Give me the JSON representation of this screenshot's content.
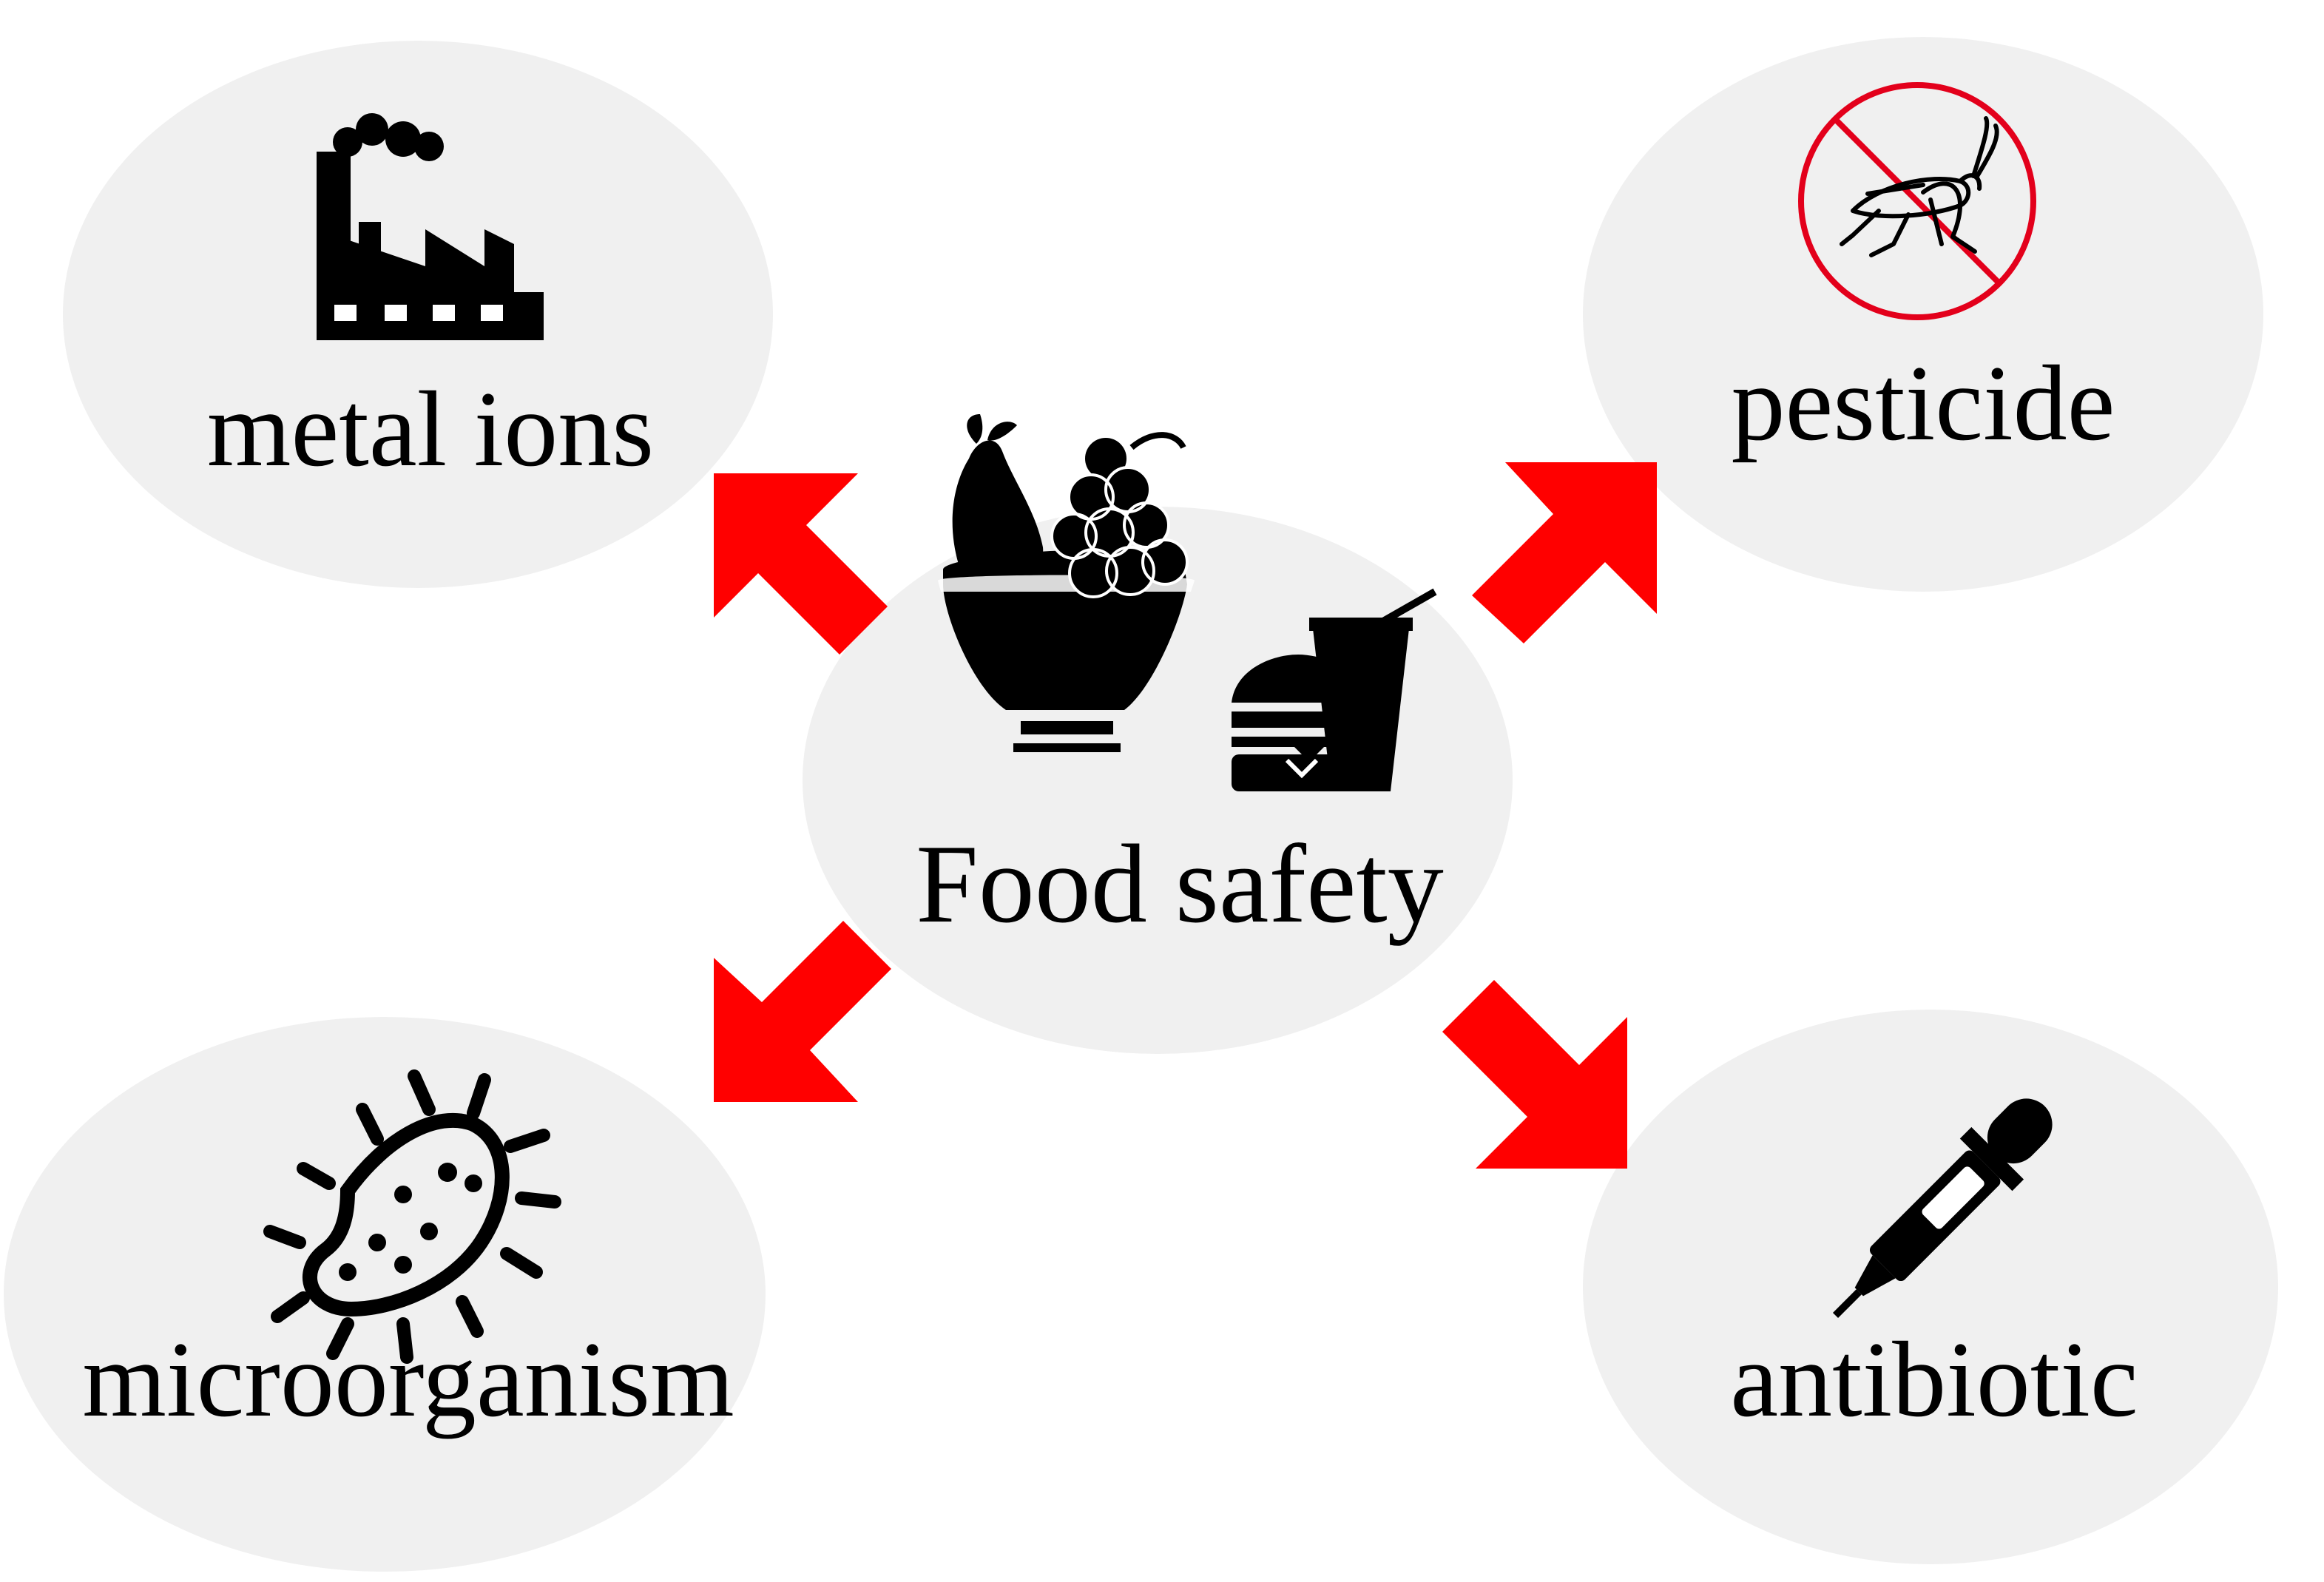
{
  "center": {
    "label": "Food safety",
    "icons": [
      "fruit-bowl-icon",
      "fast-food-icon"
    ]
  },
  "nodes": [
    {
      "id": "metal",
      "label": "metal ions",
      "icon": "factory-icon"
    },
    {
      "id": "pesticide",
      "label": "pesticide",
      "icon": "no-insect-icon"
    },
    {
      "id": "micro",
      "label": "microorganism",
      "icon": "bacteria-icon"
    },
    {
      "id": "antibiotic",
      "label": "antibiotic",
      "icon": "dropper-icon"
    }
  ],
  "colors": {
    "arrow": "#ff0000",
    "node_fill": "#f0f0f0",
    "prohibition": "#e3001b",
    "ink": "#000000"
  }
}
